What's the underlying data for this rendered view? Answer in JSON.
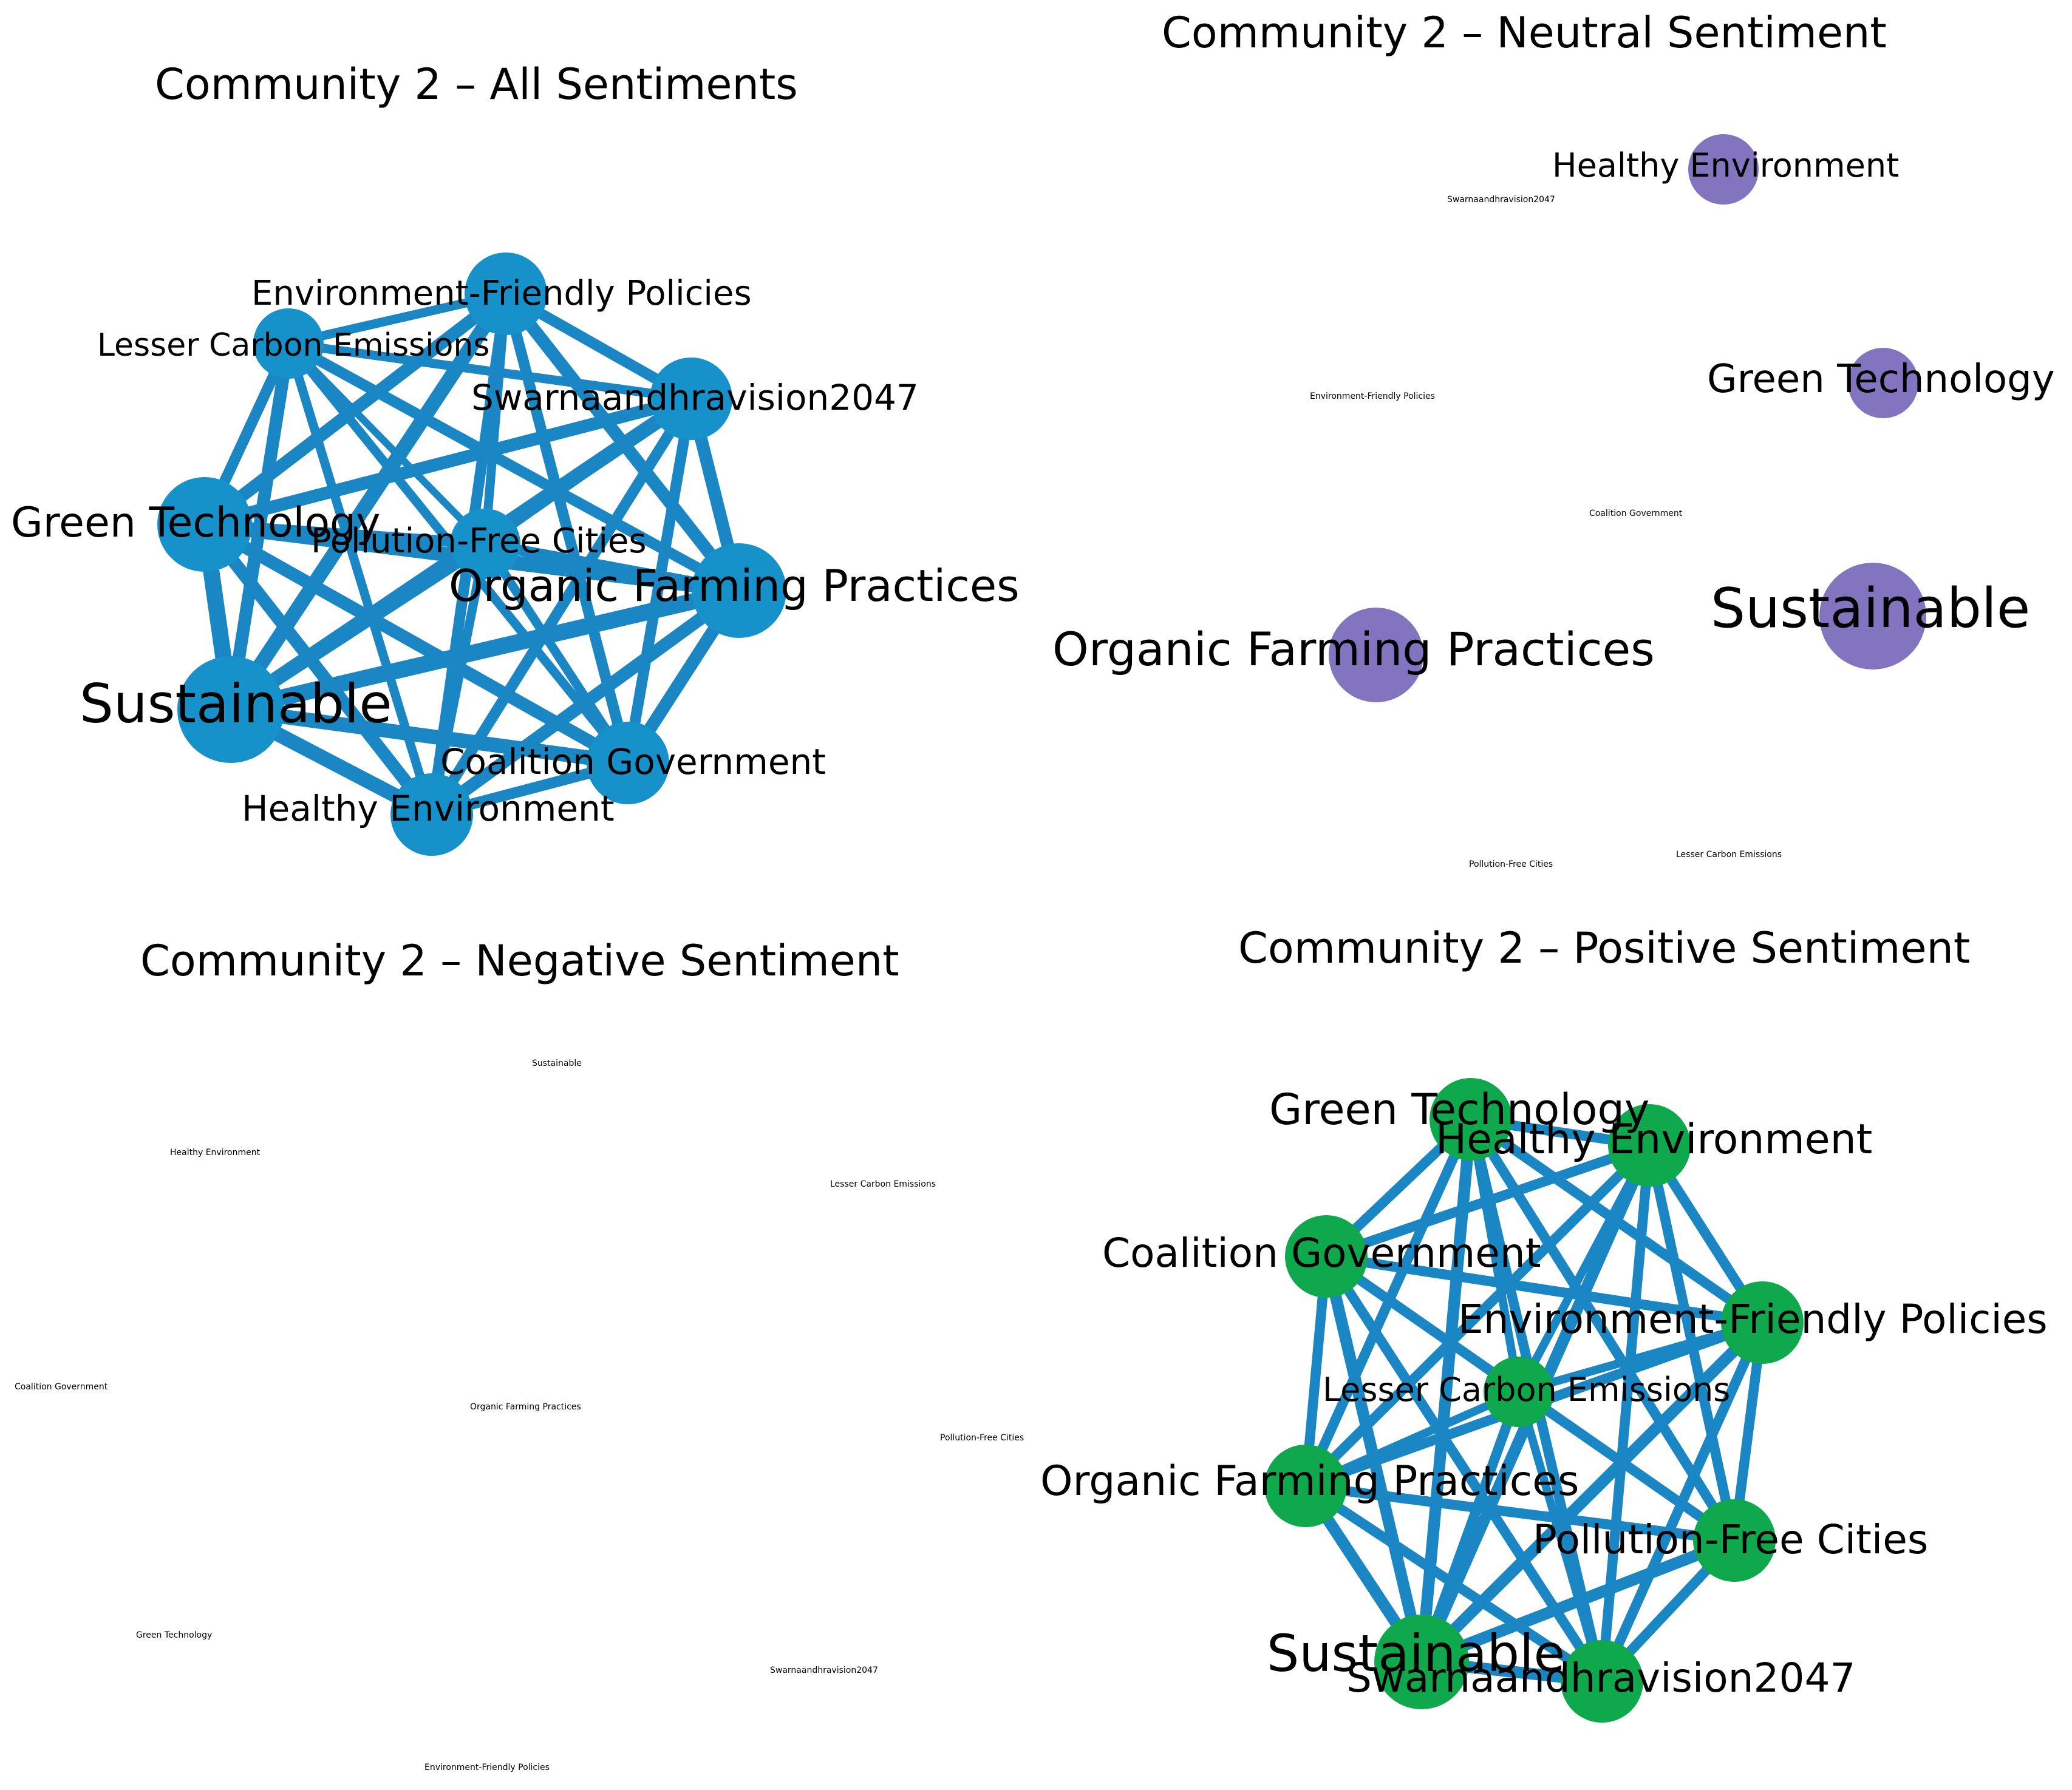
{
  "panels": [
    {
      "id": "all",
      "title": "Community 2 – All Sentiments",
      "node_color": "#1691C9",
      "edge_color": "#1A86C4",
      "nodes": [
        {
          "label": "Environment-Friendly Policies",
          "weight": 3,
          "has_node": true
        },
        {
          "label": "Lesser Carbon Emissions",
          "weight": 2,
          "has_node": true
        },
        {
          "label": "Swarnaandhravision2047",
          "weight": 3,
          "has_node": true
        },
        {
          "label": "Green Technology",
          "weight": 4,
          "has_node": true
        },
        {
          "label": "Pollution-Free Cities",
          "weight": 2,
          "has_node": true
        },
        {
          "label": "Organic Farming Practices",
          "weight": 4,
          "has_node": true
        },
        {
          "label": "Sustainable",
          "weight": 5,
          "has_node": true
        },
        {
          "label": "Coalition Government",
          "weight": 3,
          "has_node": true
        },
        {
          "label": "Healthy Environment",
          "weight": 3,
          "has_node": true
        }
      ]
    },
    {
      "id": "neutral",
      "title": "Community 2 – Neutral Sentiment",
      "node_color": "#8274BE",
      "edge_color": "#8274BE",
      "nodes": [
        {
          "label": "Healthy Environment",
          "weight": 2,
          "has_node": true
        },
        {
          "label": "Swarnaandhravision2047",
          "weight": 0,
          "has_node": false
        },
        {
          "label": "Green Technology",
          "weight": 2,
          "has_node": true
        },
        {
          "label": "Environment-Friendly Policies",
          "weight": 0,
          "has_node": false
        },
        {
          "label": "Coalition Government",
          "weight": 0,
          "has_node": false
        },
        {
          "label": "Organic Farming Practices",
          "weight": 4,
          "has_node": true
        },
        {
          "label": "Sustainable",
          "weight": 5,
          "has_node": true
        },
        {
          "label": "Pollution-Free Cities",
          "weight": 0,
          "has_node": false
        },
        {
          "label": "Lesser Carbon Emissions",
          "weight": 0,
          "has_node": false
        }
      ]
    },
    {
      "id": "negative",
      "title": "Community 2 – Negative Sentiment",
      "node_color": "#1691C9",
      "edge_color": "#1A86C4",
      "nodes": [
        {
          "label": "Sustainable",
          "weight": 0,
          "has_node": false
        },
        {
          "label": "Healthy Environment",
          "weight": 0,
          "has_node": false
        },
        {
          "label": "Lesser Carbon Emissions",
          "weight": 0,
          "has_node": false
        },
        {
          "label": "Coalition Government",
          "weight": 0,
          "has_node": false
        },
        {
          "label": "Organic Farming Practices",
          "weight": 0,
          "has_node": false
        },
        {
          "label": "Pollution-Free Cities",
          "weight": 0,
          "has_node": false
        },
        {
          "label": "Green Technology",
          "weight": 0,
          "has_node": false
        },
        {
          "label": "Swarnaandhravision2047",
          "weight": 0,
          "has_node": false
        },
        {
          "label": "Environment-Friendly Policies",
          "weight": 0,
          "has_node": false
        }
      ]
    },
    {
      "id": "positive",
      "title": "Community 2 – Positive Sentiment",
      "node_color": "#10A84C",
      "edge_color": "#1A86C4",
      "nodes": [
        {
          "label": "Green Technology",
          "weight": 3,
          "has_node": true
        },
        {
          "label": "Healthy Environment",
          "weight": 3,
          "has_node": true
        },
        {
          "label": "Coalition Government",
          "weight": 3,
          "has_node": true
        },
        {
          "label": "Environment-Friendly Policies",
          "weight": 3,
          "has_node": true
        },
        {
          "label": "Lesser Carbon Emissions",
          "weight": 2,
          "has_node": true
        },
        {
          "label": "Organic Farming Practices",
          "weight": 3,
          "has_node": true
        },
        {
          "label": "Pollution-Free Cities",
          "weight": 3,
          "has_node": true
        },
        {
          "label": "Sustainable",
          "weight": 4,
          "has_node": true
        },
        {
          "label": "Swarnaandhravision2047",
          "weight": 3,
          "has_node": true
        }
      ]
    }
  ]
}
